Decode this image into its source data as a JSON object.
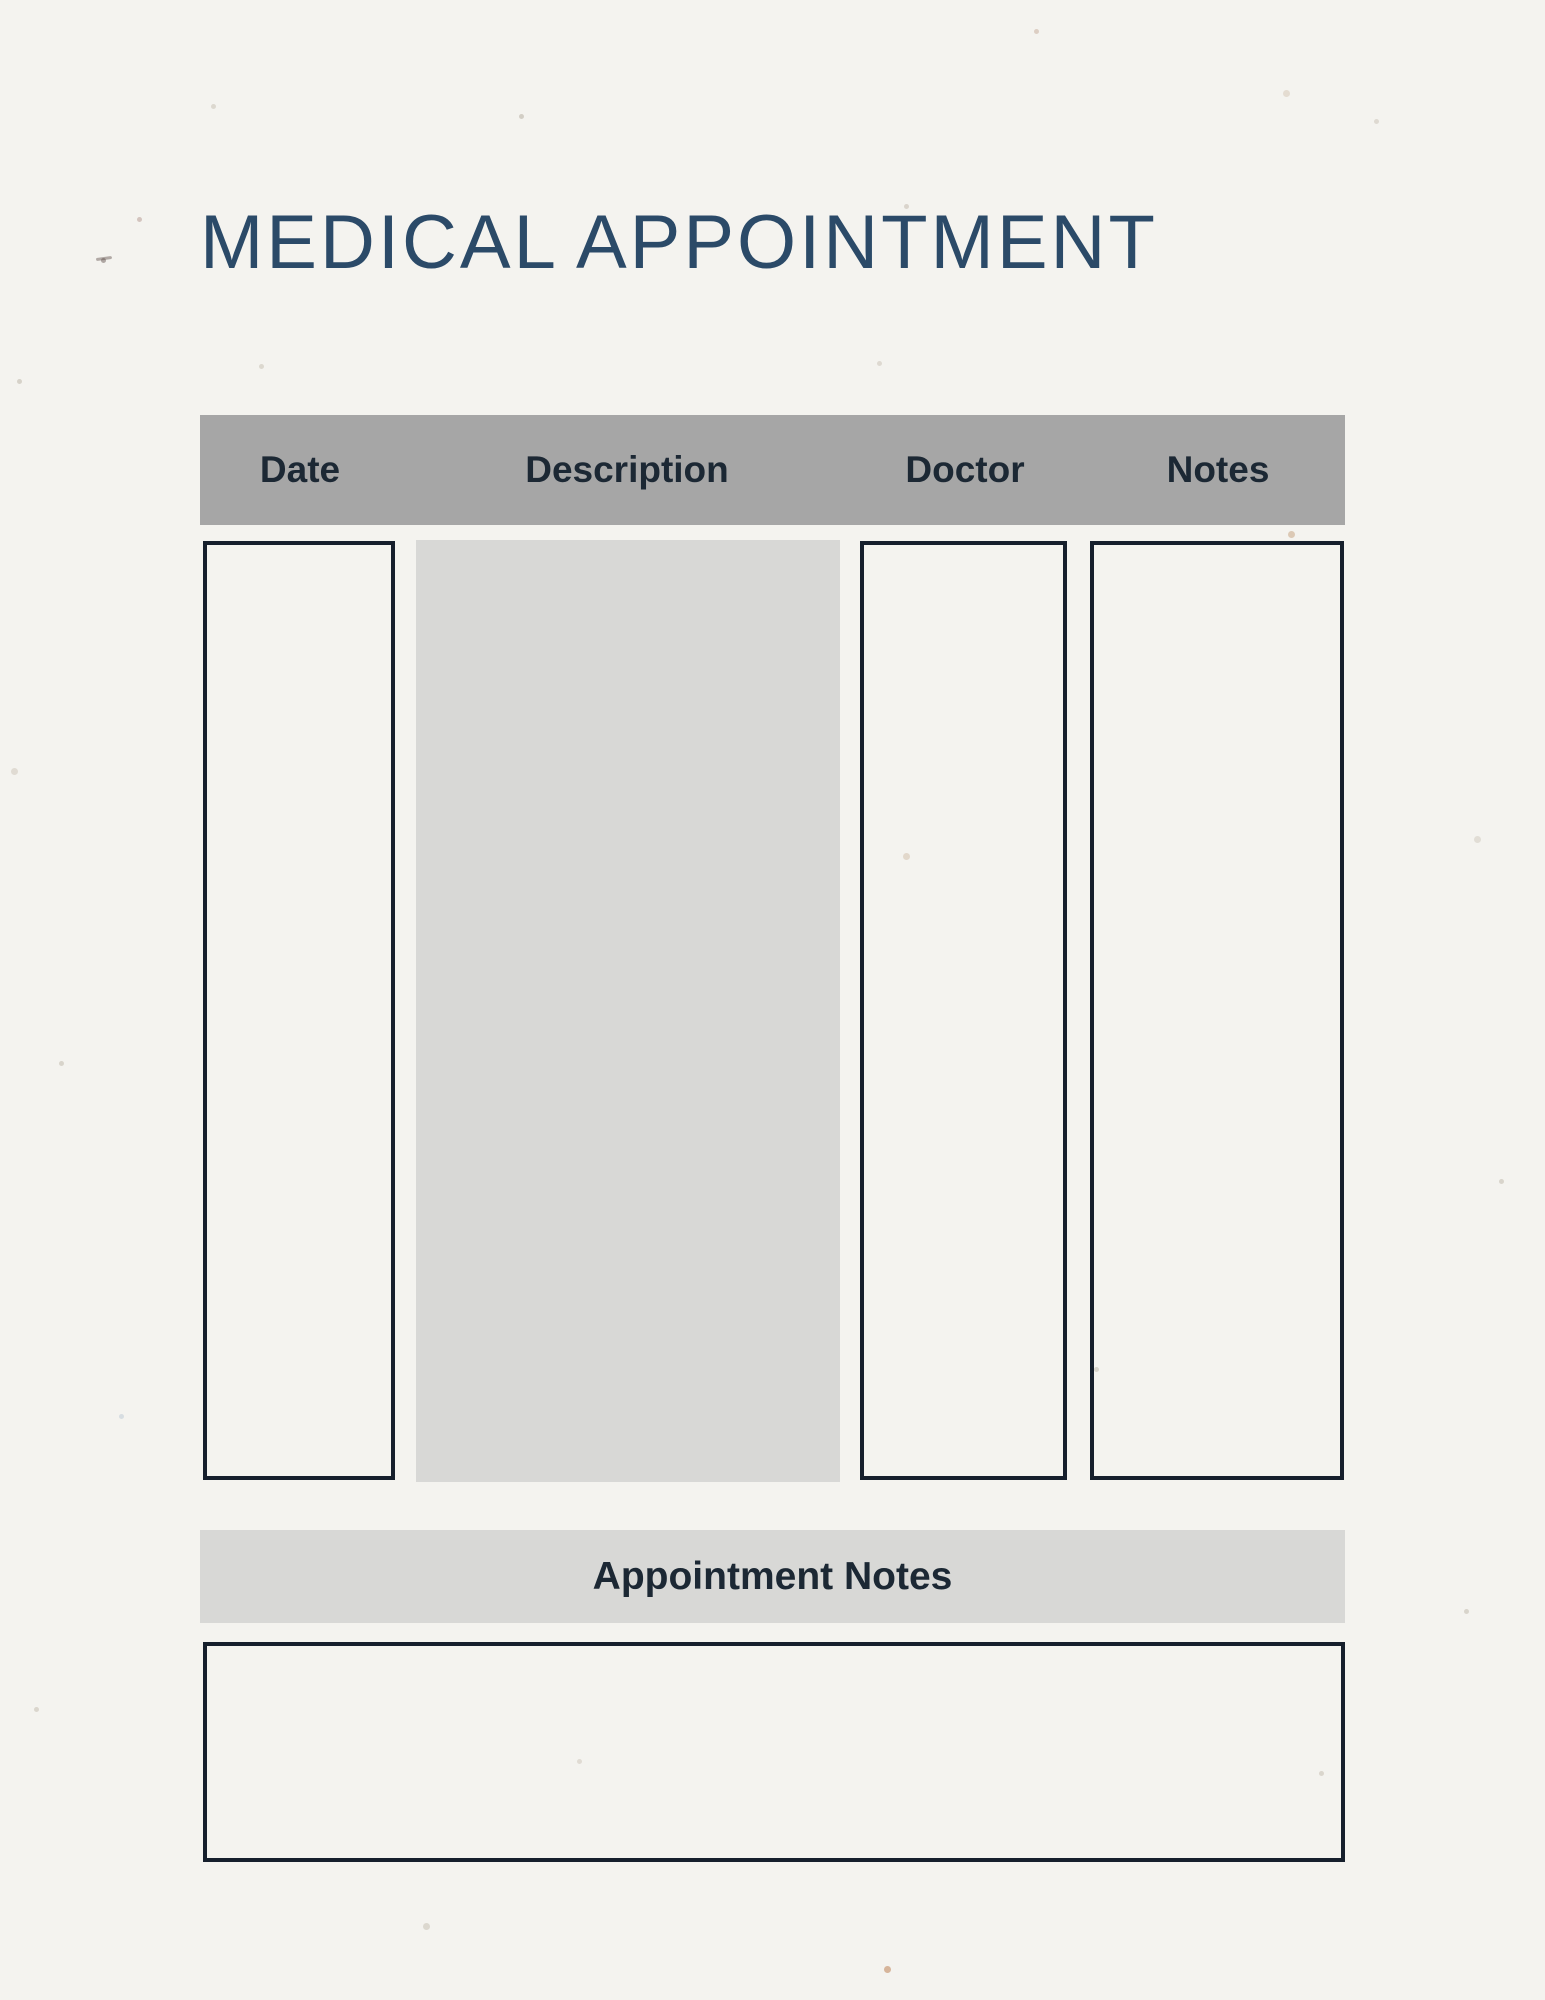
{
  "page": {
    "title": "MEDICAL APPOINTMENT"
  },
  "colors": {
    "background": "#f4f3ef",
    "title_text": "#2b4a68",
    "header_bar": "#a6a6a6",
    "header_text": "#1c2834",
    "light_panel": "#d8d8d6",
    "box_border": "#161f2c"
  },
  "table": {
    "headers": [
      "Date",
      "Description",
      "Doctor",
      "Notes"
    ],
    "cells": [
      "",
      "",
      "",
      ""
    ]
  },
  "appointment_notes": {
    "label": "Appointment Notes",
    "value": ""
  }
}
